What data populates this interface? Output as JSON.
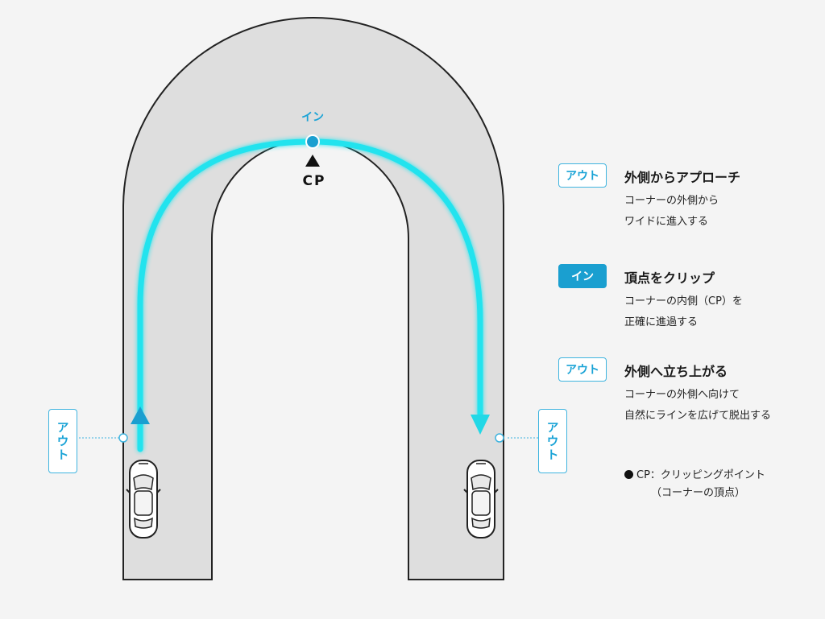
{
  "diagram": {
    "top_label": "イン",
    "cp_label": "CP",
    "left_tag": "アウト",
    "right_tag": "アウト"
  },
  "legend": [
    {
      "tag": "アウト",
      "style": "outline",
      "title": "外側からアプローチ",
      "desc": [
        "コーナーの外側から",
        "ワイドに進入する"
      ]
    },
    {
      "tag": "イン",
      "style": "filled",
      "title": "頂点をクリップ",
      "desc": [
        "コーナーの内側（CP）を",
        "正確に進過する"
      ]
    },
    {
      "tag": "アウト",
      "style": "outline",
      "title": "外側へ立ち上がる",
      "desc": [
        "コーナーの外側へ向けて",
        "自然にラインを広げて脱出する"
      ]
    }
  ],
  "note": {
    "line1": "CP：クリッピングポイント",
    "line2": "（コーナーの頂点）"
  },
  "colors": {
    "accent": "#1aa3d6",
    "racing_line": "#22e3ee",
    "road": "#dedede",
    "background": "#f4f4f4"
  }
}
